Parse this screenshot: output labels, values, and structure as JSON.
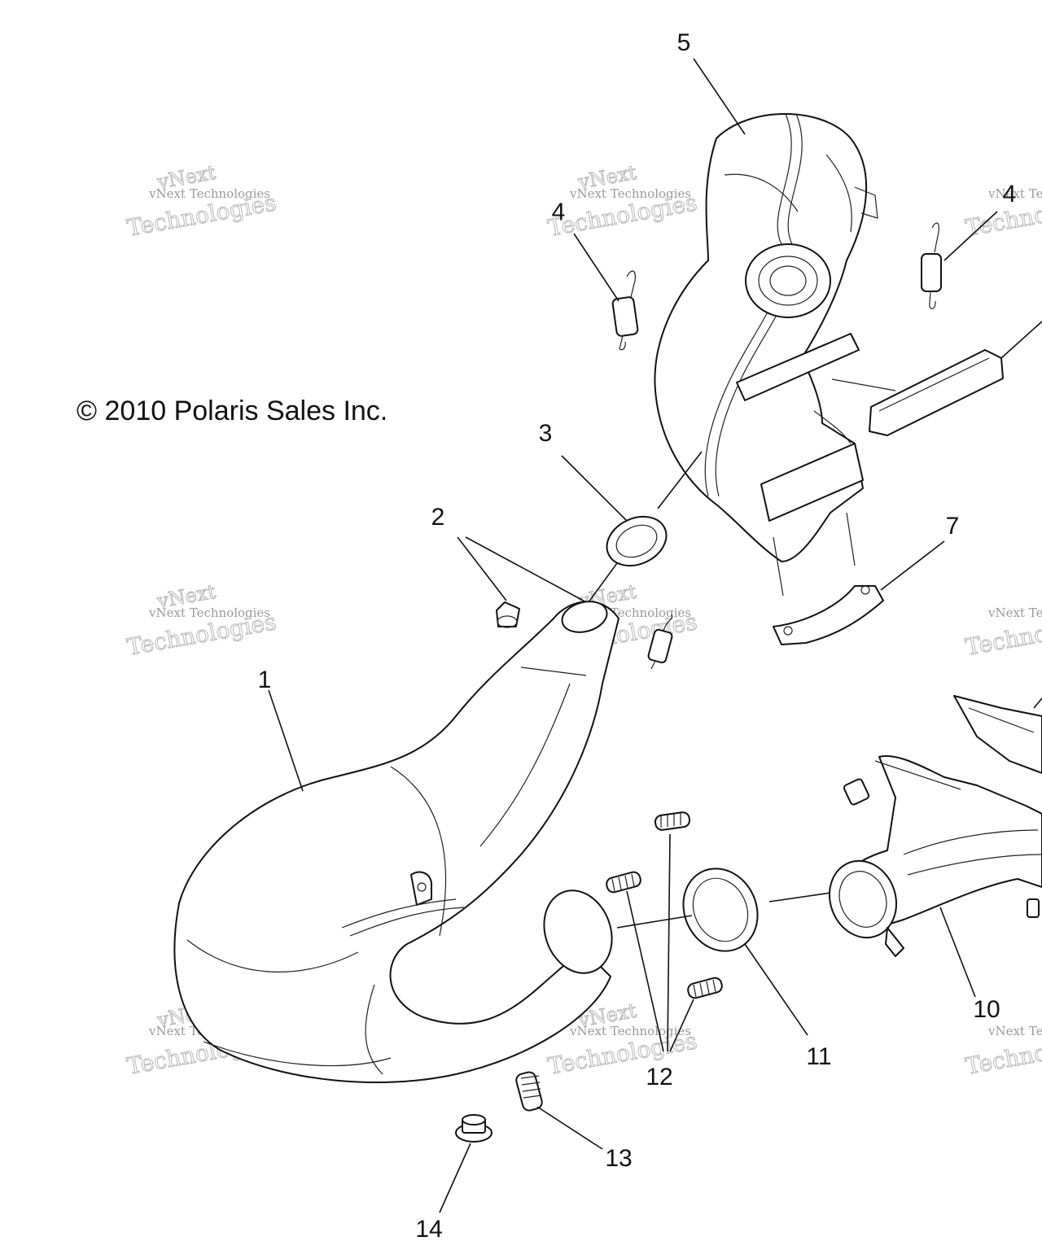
{
  "copyright": "© 2010 Polaris Sales Inc.",
  "watermark": {
    "line1": "vNext Technologies",
    "line2": "Technologies",
    "brand": "vNext"
  },
  "callouts": [
    "1",
    "2",
    "3",
    "4",
    "4",
    "5",
    "7",
    "10",
    "11",
    "12",
    "13",
    "14"
  ]
}
